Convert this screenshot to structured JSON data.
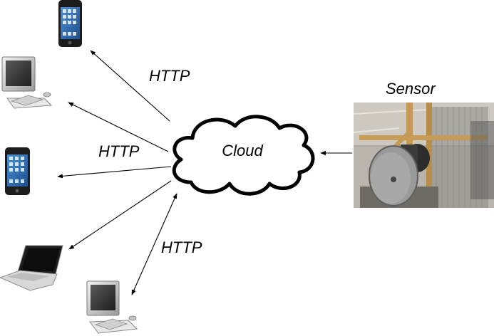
{
  "labels": {
    "http": "HTTP",
    "cloud": "Cloud",
    "sensor": "Sensor"
  },
  "nodes": [
    {
      "name": "smartphone-icon",
      "kind": "phone"
    },
    {
      "name": "desktop-computer-icon",
      "kind": "desktop"
    },
    {
      "name": "smartphone-icon",
      "kind": "phone"
    },
    {
      "name": "laptop-icon",
      "kind": "laptop"
    },
    {
      "name": "desktop-computer-icon",
      "kind": "desktop"
    }
  ],
  "colors": {
    "line": "#000000",
    "cloud_fill": "#ffffff",
    "phone_body": "#1c1c1c",
    "screen_blue": "#2f6fb5",
    "sensor_bg": "#b9b4ac"
  }
}
